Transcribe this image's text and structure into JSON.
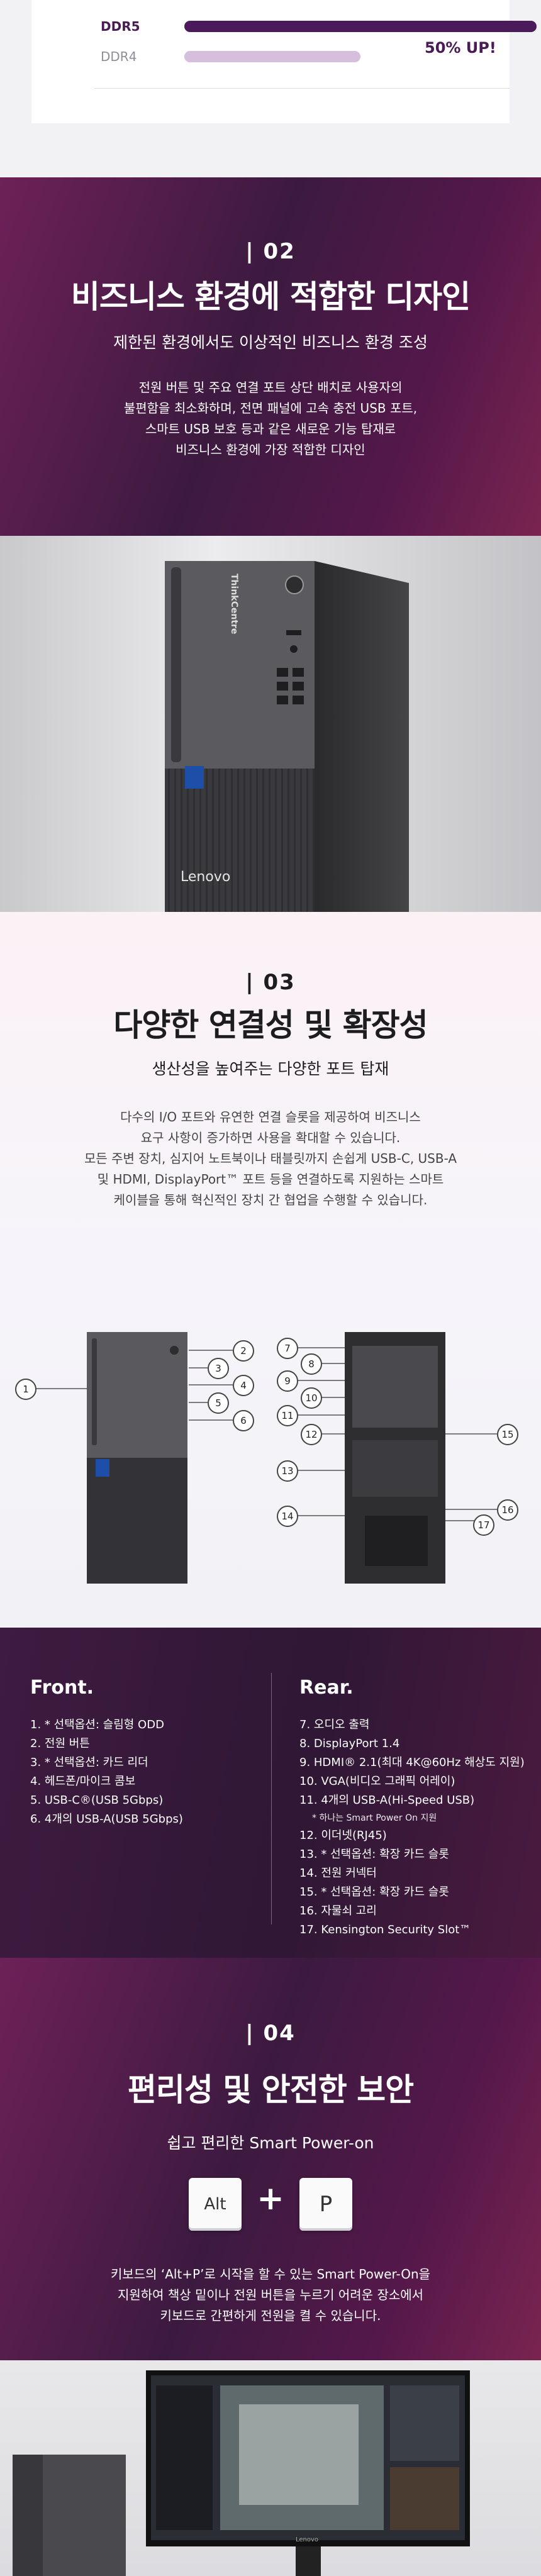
{
  "ddr": {
    "rows": [
      {
        "label": "DDR5"
      },
      {
        "label": "DDR4"
      }
    ],
    "badge": "50% UP!",
    "colors": {
      "ddr5": "#4b1a5a",
      "ddr4": "#d5bfdc"
    }
  },
  "sec02": {
    "num": "02",
    "title": "비즈니스 환경에 적합한 디자인",
    "subtitle": "제한된 환경에서도 이상적인 비즈니스 환경 조성",
    "body": [
      "전원 버튼 및 주요 연결 포트 상단 배치로 사용자의",
      "불편함을 최소화하며, 전면 패널에 고속 충전 USB 포트,",
      "스마트 USB 보호 등과 같은 새로운 기능 탑재로",
      "비즈니스 환경에 가장 적합한 디자인"
    ]
  },
  "photo": {
    "side_brand": "ThinkCentre",
    "front_brand": "Lenovo"
  },
  "sec03": {
    "num": "03",
    "title": "다양한 연결성 및 확장성",
    "subtitle": "생산성을 높여주는 다양한 포트 탑재",
    "body": [
      "다수의 I/O 포트와 유연한 연결 슬롯을 제공하여 비즈니스",
      "요구 사항이 증가하면 사용을 확대할 수 있습니다.",
      "모든 주변 장치, 심지어 노트북이나 태블릿까지 손쉽게 USB-C, USB-A",
      "및 HDMI, DisplayPort™ 포트 등을 연결하도록 지원하는 스마트",
      "케이블을 통해 혁신적인 장치 간 협업을 수행할 수 있습니다."
    ],
    "callouts_front": [
      "1",
      "2",
      "3",
      "4",
      "5",
      "6"
    ],
    "callouts_rear": [
      "7",
      "8",
      "9",
      "10",
      "11",
      "12",
      "13",
      "14",
      "15",
      "16",
      "17"
    ]
  },
  "ports": {
    "front_title": "Front.",
    "rear_title": "Rear.",
    "front": [
      "1. * 선택옵션: 슬림형 ODD",
      "2. 전원 버튼",
      "3. * 선택옵션: 카드 리더",
      "4. 헤드폰/마이크 콤보",
      "5. USB-C®(USB 5Gbps)",
      "6. 4개의 USB-A(USB 5Gbps)"
    ],
    "rear": [
      "7. 오디오 출력",
      "8. DisplayPort 1.4",
      "9. HDMI® 2.1(최대 4K@60Hz 해상도 지원)",
      "10. VGA(비디오 그래픽 어레이)",
      "11. 4개의 USB-A(Hi-Speed USB)",
      "* 하나는 Smart Power On 지원",
      "12. 이더넷(RJ45)",
      "13. * 선택옵션: 확장 카드 슬롯",
      "14. 전원 커넥터",
      "15. * 선택옵션: 확장 카드 슬롯",
      "16. 자물쇠 고리",
      "17. Kensington Security Slot™"
    ]
  },
  "sec04": {
    "num": "04",
    "title": "편리성 및 안전한 보안",
    "subtitle": "쉽고 편리한 Smart Power-on",
    "key1": "Alt",
    "key2": "P",
    "plus": "+",
    "body": [
      "키보드의 ‘Alt+P’로 시작을 할 수 있는 Smart Power-On을",
      "지원하여 책상 밑이나 전원 버튼을 누르기 어려운 장소에서",
      "키보드로 간편하게 전원을 켤 수 있습니다."
    ]
  },
  "monitor": {
    "brand": "Lenovo"
  }
}
